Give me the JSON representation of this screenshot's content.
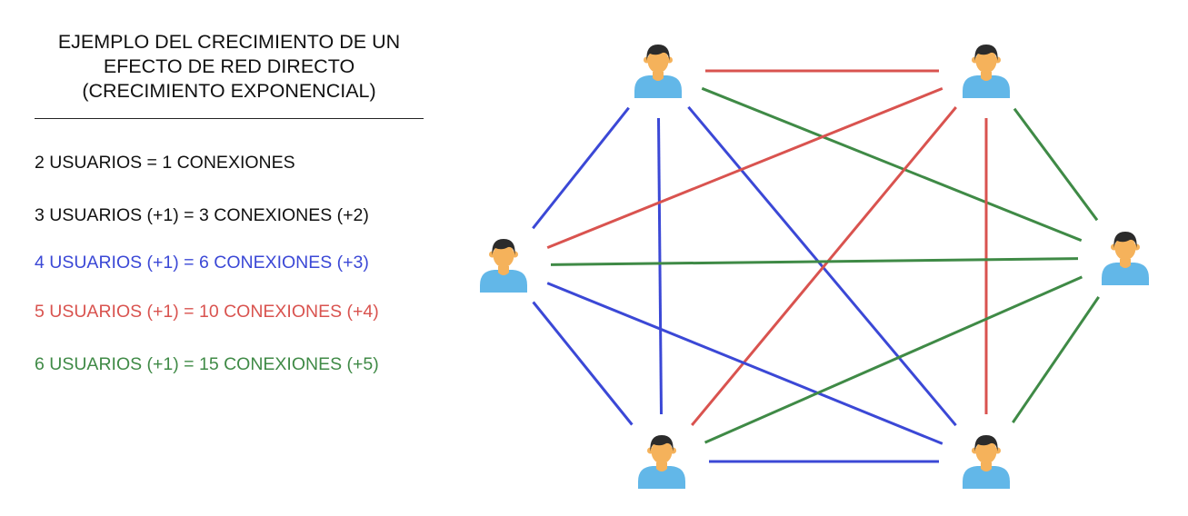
{
  "title": {
    "lines": [
      "EJEMPLO DEL CRECIMIENTO DE UN",
      "EFECTO DE RED DIRECTO",
      "(CRECIMIENTO EXPONENCIAL)"
    ]
  },
  "stats": [
    {
      "text": "2 USUARIOS = 1 CONEXIONES",
      "color": "#111111"
    },
    {
      "text": "3 USUARIOS (+1) = 3 CONEXIONES (+2)",
      "color": "#111111"
    },
    {
      "text": "4 USUARIOS (+1) = 6 CONEXIONES (+3)",
      "color": "#3b48d6"
    },
    {
      "text": "5 USUARIOS (+1) = 10 CONEXIONES (+4)",
      "color": "#d9534f"
    },
    {
      "text": "6 USUARIOS (+1) = 15 CONEXIONES (+5)",
      "color": "#3f8a46"
    }
  ],
  "colors": {
    "red": "#d9534f",
    "blue": "#3b48d6",
    "green": "#3f8a46",
    "skin": "#f5b25b",
    "hair": "#2b2b2b",
    "shirt": "#62b7e8"
  },
  "network": {
    "users": [
      {
        "id": "top-left"
      },
      {
        "id": "top-right"
      },
      {
        "id": "left"
      },
      {
        "id": "right"
      },
      {
        "id": "bottom-left"
      },
      {
        "id": "bottom-right"
      }
    ],
    "connections": [
      {
        "from": "top-left",
        "to": "top-right",
        "color": "red"
      },
      {
        "from": "top-left",
        "to": "right",
        "color": "green"
      },
      {
        "from": "top-left",
        "to": "left",
        "color": "blue"
      },
      {
        "from": "top-left",
        "to": "bottom-left",
        "color": "blue"
      },
      {
        "from": "top-left",
        "to": "bottom-right",
        "color": "blue"
      },
      {
        "from": "top-right",
        "to": "left",
        "color": "red"
      },
      {
        "from": "top-right",
        "to": "bottom-left",
        "color": "red"
      },
      {
        "from": "top-right",
        "to": "bottom-right",
        "color": "red"
      },
      {
        "from": "top-right",
        "to": "right",
        "color": "green"
      },
      {
        "from": "left",
        "to": "right",
        "color": "green"
      },
      {
        "from": "left",
        "to": "bottom-right",
        "color": "blue"
      },
      {
        "from": "left",
        "to": "bottom-left",
        "color": "blue"
      },
      {
        "from": "right",
        "to": "bottom-left",
        "color": "green"
      },
      {
        "from": "right",
        "to": "bottom-right",
        "color": "green"
      },
      {
        "from": "bottom-left",
        "to": "bottom-right",
        "color": "blue"
      }
    ]
  }
}
